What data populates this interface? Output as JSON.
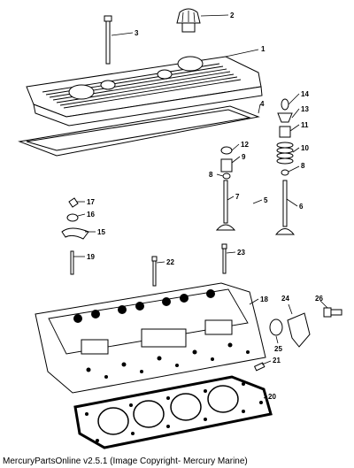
{
  "footer": "MercuryPartsOnline v2.5.1 (Image Copyright- Mercury Marine)",
  "callouts": [
    "1",
    "2",
    "3",
    "4",
    "5",
    "6",
    "7",
    "8",
    "8",
    "9",
    "10",
    "11",
    "12",
    "13",
    "14",
    "15",
    "16",
    "17",
    "18",
    "19",
    "20",
    "21",
    "22",
    "23",
    "24",
    "25",
    "26"
  ]
}
